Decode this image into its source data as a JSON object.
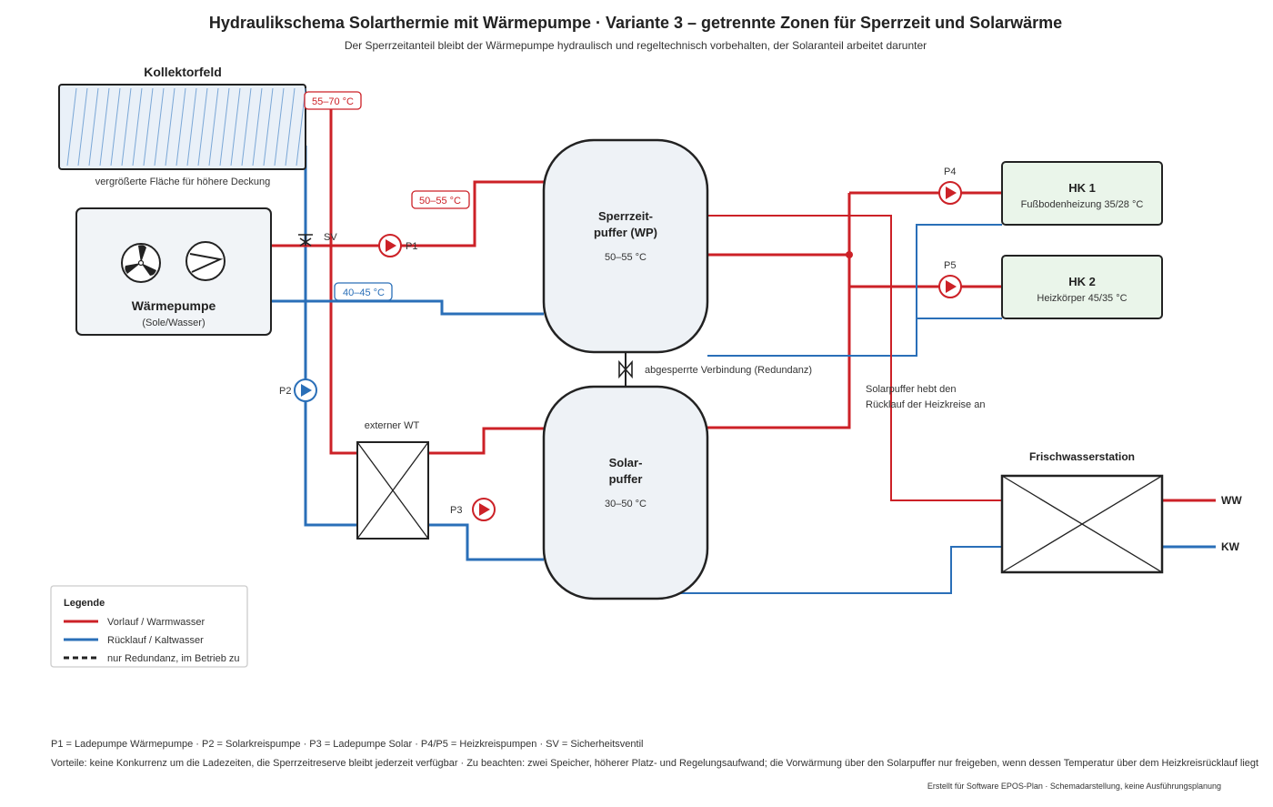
{
  "header": {
    "title": "Hydraulikschema Solarthermie mit Wärmepumpe · Variante 3 – getrennte Zonen für Sperrzeit und Solarwärme",
    "subtitle": "Der Sperrzeitanteil bleibt der Wärmepumpe hydraulisch und regeltechnisch vorbehalten, der Solaranteil arbeitet darunter"
  },
  "collector": {
    "title": "Kollektorfeld",
    "note": "vergrößerte Fläche für höhere Deckung",
    "temp": "55–70 °C"
  },
  "heatpump": {
    "title": "Wärmepumpe",
    "subtitle": "(Sole/Wasser)",
    "supply_temp": "50–55 °C",
    "return_temp": "40–45 °C"
  },
  "tank_top": {
    "line1": "Sperrzeit-",
    "line2": "puffer (WP)",
    "temp": "50–55 °C"
  },
  "tank_bottom": {
    "line1": "Solar-",
    "line2": "puffer",
    "temp": "30–50 °C"
  },
  "connection_label": "abgesperrte Verbindung (Redundanz)",
  "hx_label": "externer WT",
  "solar_note": {
    "line1": "Solarpuffer hebt den",
    "line2": "Rücklauf der Heizkreise an"
  },
  "hk1": {
    "title": "HK 1",
    "subtitle": "Fußbodenheizung 35/28 °C"
  },
  "hk2": {
    "title": "HK 2",
    "subtitle": "Heizkörper 45/35 °C"
  },
  "fws": {
    "title": "Frischwasserstation",
    "ww": "WW",
    "kw": "KW"
  },
  "pumps": {
    "p1": "P1",
    "p2": "P2",
    "p3": "P3",
    "p4": "P4",
    "p5": "P5",
    "sv": "SV"
  },
  "legend": {
    "title": "Legende",
    "items": [
      {
        "label": "Vorlauf / Warmwasser",
        "color": "#cc2127",
        "style": "solid"
      },
      {
        "label": "Rücklauf / Kaltwasser",
        "color": "#2a6fb8",
        "style": "solid"
      },
      {
        "label": "nur Redundanz, im Betrieb zu",
        "color": "#222222",
        "style": "dashed"
      }
    ]
  },
  "footer": {
    "abbreviations": "P1 = Ladepumpe Wärmepumpe · P2 = Solarkreispumpe · P3 = Ladepumpe Solar · P4/P5 = Heizkreispumpen · SV = Sicherheitsventil",
    "notes": "Vorteile: keine Konkurrenz um die Ladezeiten, die Sperrzeitreserve bleibt jederzeit verfügbar · Zu beachten: zwei Speicher, höherer Platz- und Regelungsaufwand; die Vorwärmung über den Solarpuffer nur freigeben, wenn dessen Temperatur über dem Heizkreisrücklauf liegt",
    "credit": "Erstellt für Software EPOS-Plan · Schemadarstellung, keine Ausführungsplanung"
  },
  "colors": {
    "supply": "#cc2127",
    "return": "#2a6fb8",
    "tank_fill": "#eef2f6",
    "hk_fill": "#eaf5ea"
  }
}
